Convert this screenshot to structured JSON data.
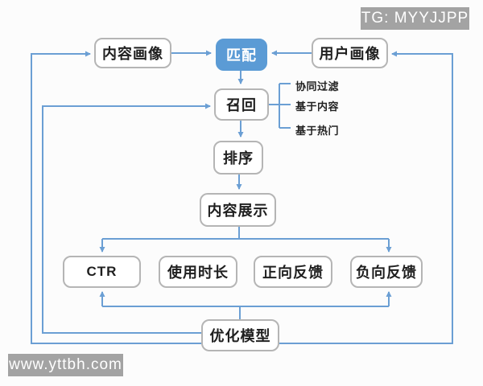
{
  "watermarks": {
    "top_right": "TG: MYYJJPP",
    "bottom_left": "www.yttbh.com"
  },
  "colors": {
    "accent_blue": "#5b9bd5",
    "line_blue": "#6b9fd4",
    "box_border": "#b5b5b5",
    "watermark_bg": "#a3a3a3",
    "text": "#1f1f1f"
  },
  "diagram": {
    "nodes": [
      {
        "id": "content-profile",
        "label": "内容画像"
      },
      {
        "id": "match",
        "label": "匹配"
      },
      {
        "id": "user-profile",
        "label": "用户画像"
      },
      {
        "id": "recall",
        "label": "召回"
      },
      {
        "id": "ranking",
        "label": "排序"
      },
      {
        "id": "content-display",
        "label": "内容展示"
      },
      {
        "id": "ctr",
        "label": "CTR"
      },
      {
        "id": "usage-duration",
        "label": "使用时长"
      },
      {
        "id": "positive-feedback",
        "label": "正向反馈"
      },
      {
        "id": "negative-feedback",
        "label": "负向反馈"
      },
      {
        "id": "optimize-model",
        "label": "优化模型"
      }
    ],
    "recall_strategies": [
      "协同过滤",
      "基于内容",
      "基于热门"
    ]
  }
}
